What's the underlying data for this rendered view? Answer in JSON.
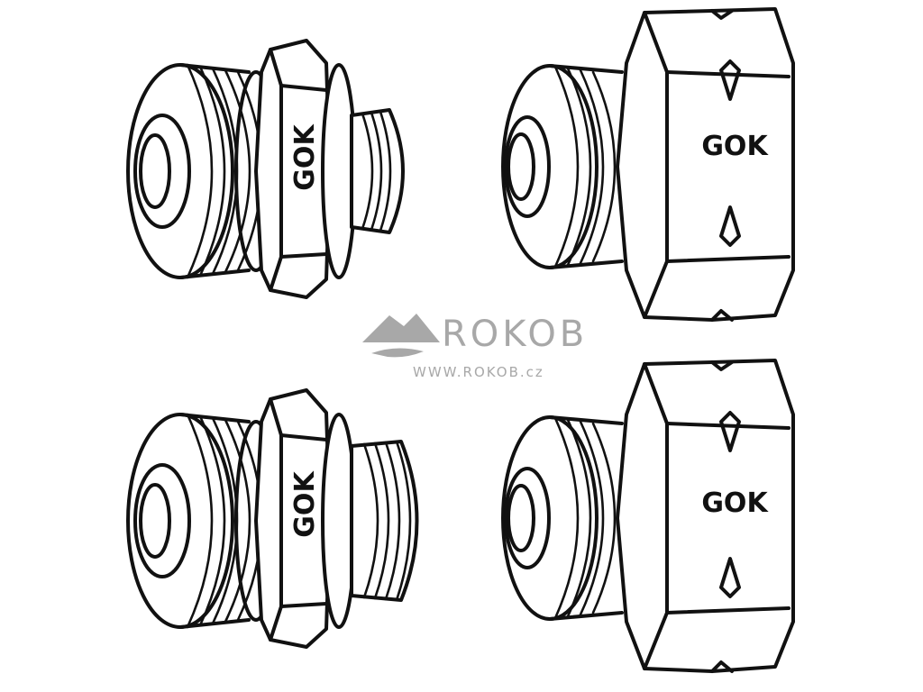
{
  "fittings": [
    {
      "id": "reducer-top-left",
      "brand": "GOK"
    },
    {
      "id": "nut-top-right",
      "brand": "GOK"
    },
    {
      "id": "reducer-bottom-left",
      "brand": "GOK"
    },
    {
      "id": "nut-bottom-right",
      "brand": "GOK"
    }
  ],
  "watermark": {
    "name": "ROKOB",
    "url": "WWW.ROKOB.cz",
    "color": "#a8a8a8"
  },
  "colors": {
    "outline": "#111111",
    "background": "#ffffff"
  }
}
